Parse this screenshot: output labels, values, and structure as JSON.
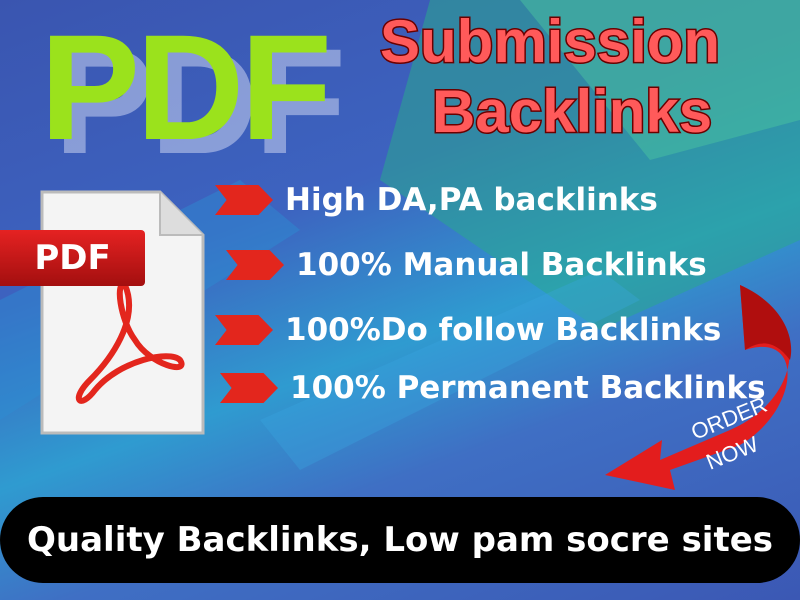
{
  "title": "PDF",
  "subtitle_line1": "Submission",
  "subtitle_line2": "Backlinks",
  "bullets": [
    "High DA,PA backlinks",
    "100% Manual Backlinks",
    "100%Do follow Backlinks",
    "100% Permanent Backlinks"
  ],
  "icon_label": "PDF",
  "order": {
    "line1": "ORDER",
    "line2": "NOW"
  },
  "footer": "Quality Backlinks, Low pam socre sites",
  "colors": {
    "title": "#9be21c",
    "subtitle": "#ff5a5a",
    "arrow": "#e3261d",
    "footer_bg": "#000000"
  }
}
